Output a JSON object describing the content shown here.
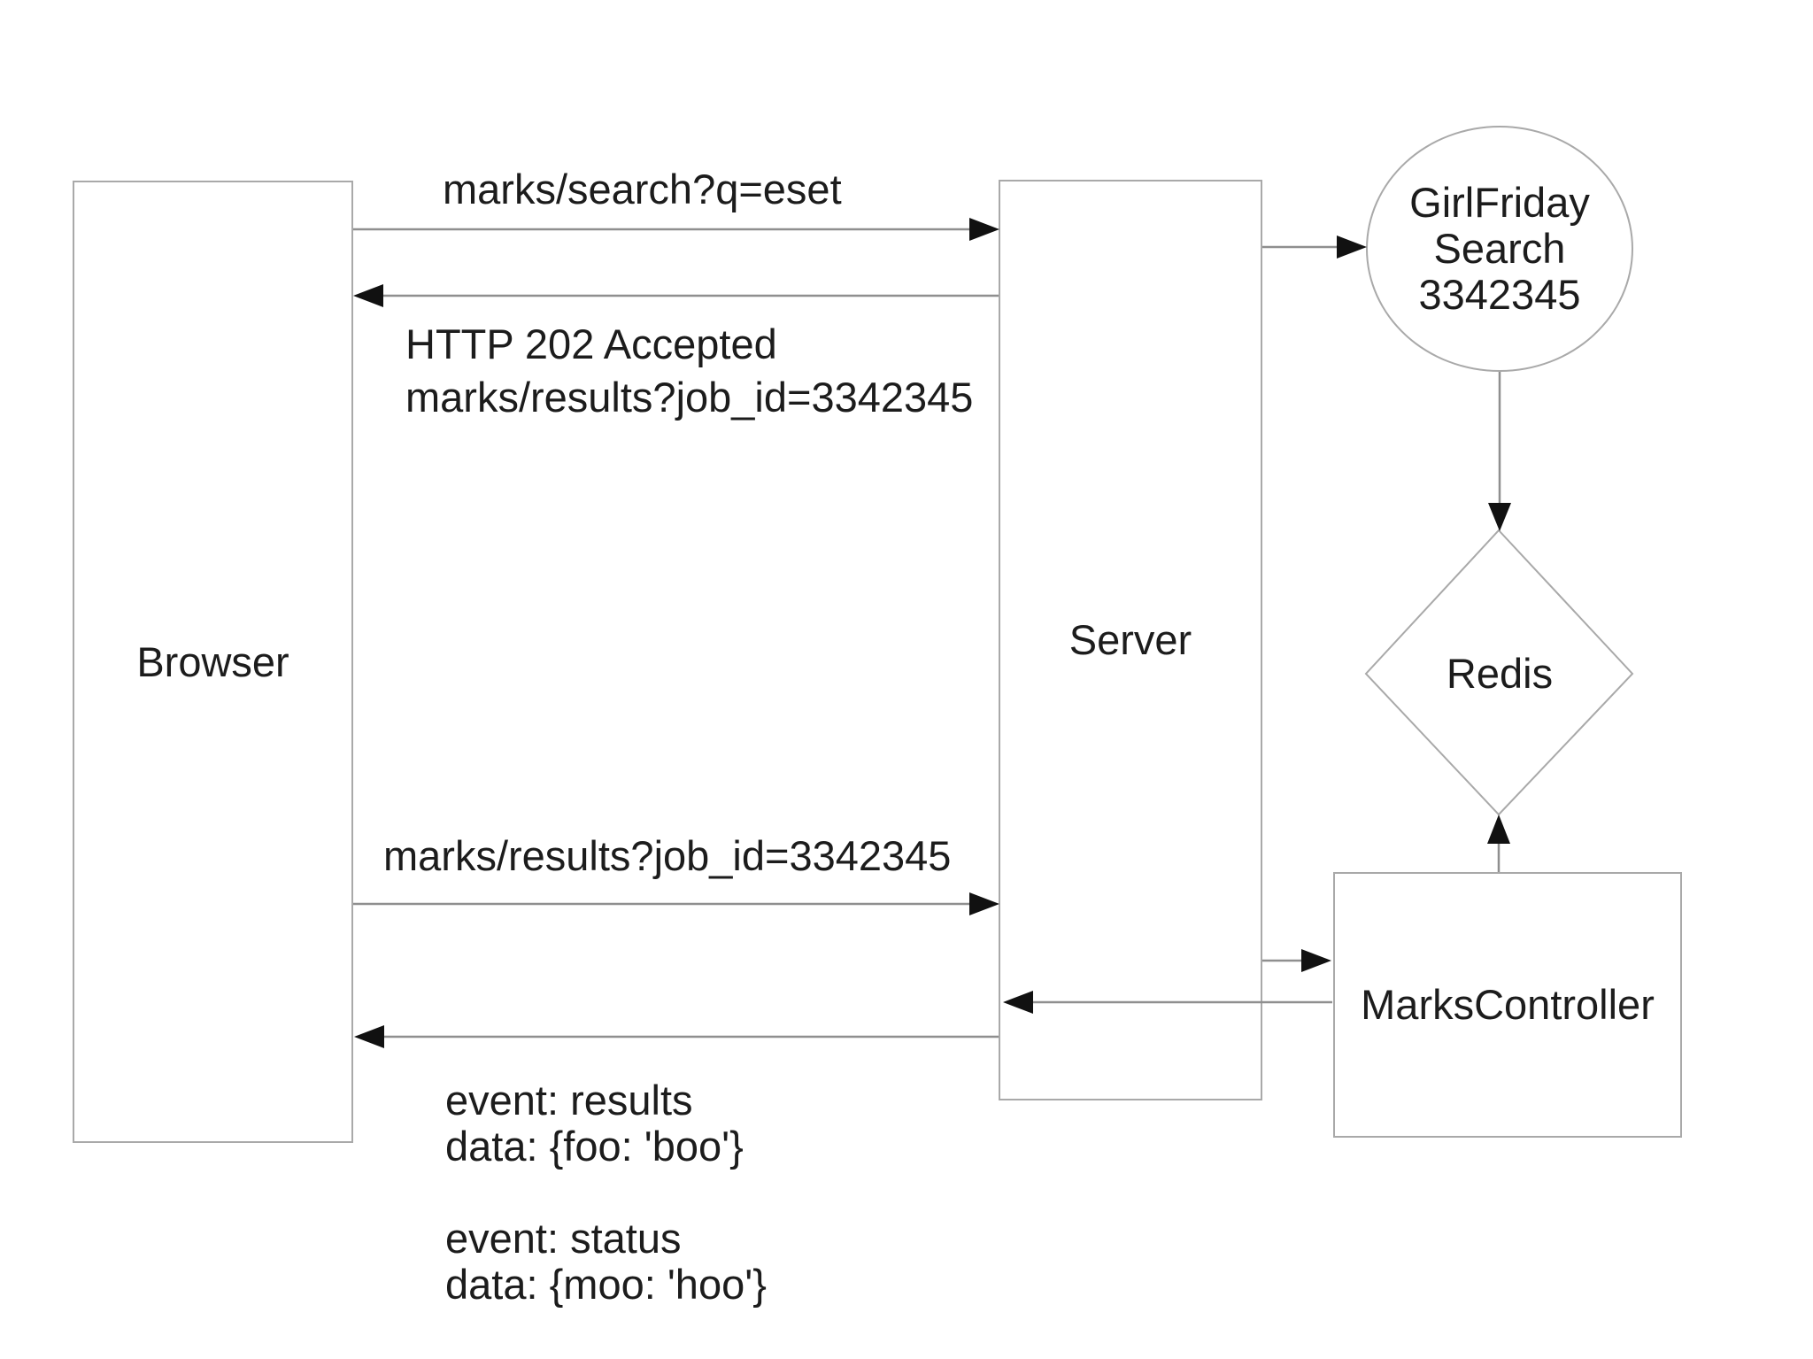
{
  "diagram": {
    "nodes": {
      "browser": {
        "label": "Browser"
      },
      "server": {
        "label": "Server"
      },
      "girlfriday": {
        "line1": "GirlFriday",
        "line2": "Search",
        "line3": "3342345"
      },
      "redis": {
        "label": "Redis"
      },
      "marks_controller": {
        "label": "MarksController"
      }
    },
    "messages": {
      "search_request": "marks/search?q=eset",
      "accepted_response": "HTTP 202 Accepted\nmarks/results?job_id=3342345",
      "results_request": "marks/results?job_id=3342345",
      "sse_events": "event: results\ndata: {foo: 'boo'}\n\nevent: status\ndata: {moo: 'hoo'}"
    },
    "colors": {
      "border": "#a9a9a9",
      "line": "#8f8f8f",
      "arrowhead": "#111111",
      "text": "#1c1c1c",
      "background": "#ffffff"
    }
  }
}
